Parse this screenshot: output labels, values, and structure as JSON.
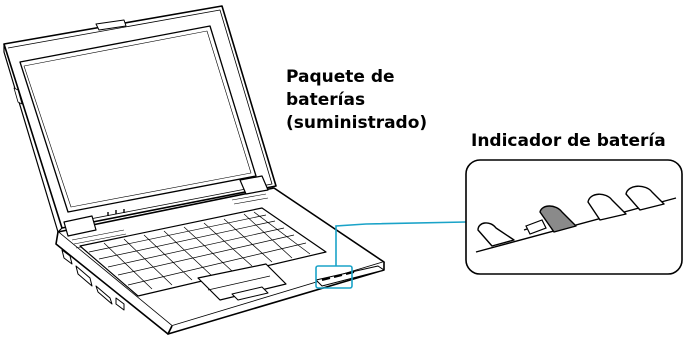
{
  "battery_pack_label": [
    "Paquete de",
    "baterías",
    "(suministrado)"
  ],
  "indicator_label": "Indicador de batería",
  "colors": {
    "callout_line": "#1aa3c8",
    "outline": "#000000",
    "lit_indicator": "#8a8a8a"
  }
}
